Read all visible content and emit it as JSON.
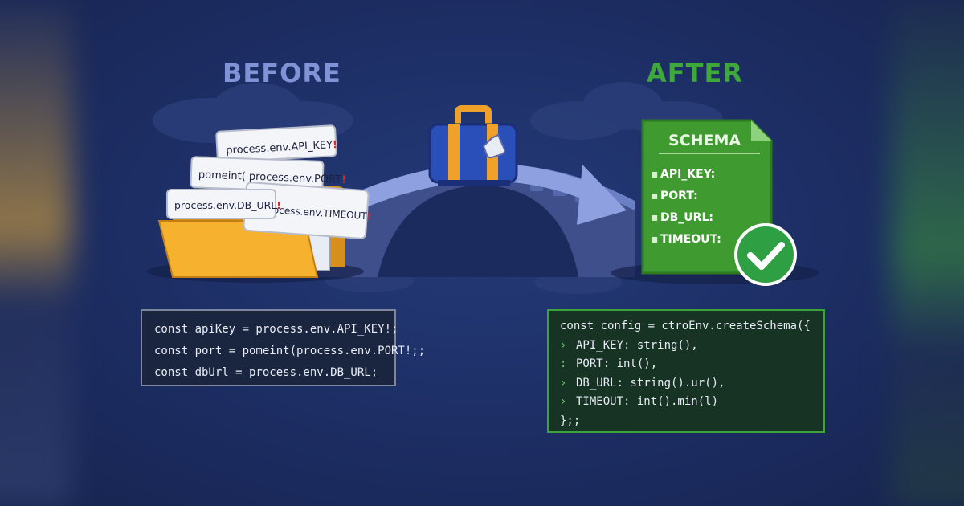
{
  "headings": {
    "before": "BEFORE",
    "after": "AFTER"
  },
  "cards": {
    "api_key": "process.env.API_KEY",
    "port": "pomeint( process.env.PORT",
    "db_url": "process.env.DB_URL",
    "timeout": "ocess.env.TIMEOUT",
    "bang": "!"
  },
  "schema": {
    "title": "SCHEMA",
    "items": [
      "API_KEY:",
      "PORT:",
      "DB_URL:",
      "TIMEOUT:"
    ],
    "bullet": "▪"
  },
  "code_before": {
    "lines": [
      "const apiKey = process.env.API_KEY!;",
      "const port = pomeint(process.env.PORT!;;",
      "const dbUrl = process.env.DB_URL;"
    ]
  },
  "code_after": {
    "first": "const config = ctroEnv.createSchema({",
    "items": [
      {
        "mark": "›",
        "text": "API_KEY: string(),"
      },
      {
        "mark": ":",
        "text": "PORT: int(),"
      },
      {
        "mark": "›",
        "text": "DB_URL: string().ur(),"
      },
      {
        "mark": "›",
        "text": "TIMEOUT: int().min(l)"
      }
    ],
    "last": "};;"
  },
  "colors": {
    "background": "#1c2d63",
    "before_heading": "#7f93d6",
    "after_heading": "#3fa83b",
    "folder": "#f6b22e",
    "schema_green": "#3f9b2f",
    "check_green": "#2ea043",
    "suitcase_blue": "#2b4fb8",
    "suitcase_strap": "#f0a12a",
    "bridge": "#4c5fa0"
  }
}
